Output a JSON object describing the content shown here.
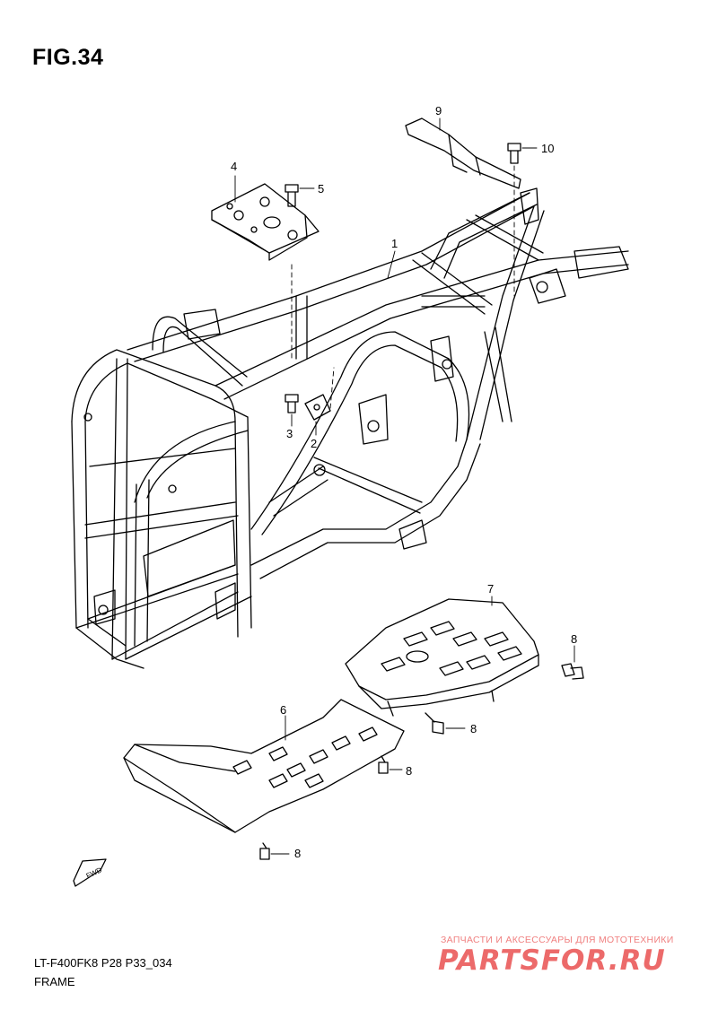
{
  "figure": {
    "title": "FIG.34"
  },
  "callouts": [
    {
      "id": "1",
      "text": "1"
    },
    {
      "id": "2",
      "text": "2"
    },
    {
      "id": "3",
      "text": "3"
    },
    {
      "id": "4",
      "text": "4"
    },
    {
      "id": "5",
      "text": "5"
    },
    {
      "id": "6",
      "text": "6"
    },
    {
      "id": "7",
      "text": "7"
    },
    {
      "id": "8a",
      "text": "8"
    },
    {
      "id": "8b",
      "text": "8"
    },
    {
      "id": "8c",
      "text": "8"
    },
    {
      "id": "8d",
      "text": "8"
    },
    {
      "id": "9",
      "text": "9"
    },
    {
      "id": "10",
      "text": "10"
    }
  ],
  "fwd_label": "FWD",
  "footer": {
    "code": "LT-F400FK8 P28 P33_034",
    "name": "FRAME"
  },
  "watermark": {
    "subtitle": "ЗАПЧАСТИ И АКСЕССУАРЫ ДЛЯ МОТОТЕХНИКИ",
    "logo": "PARTSFOR.RU"
  },
  "colors": {
    "line": "#000000",
    "watermark": "#ec6a6a"
  }
}
